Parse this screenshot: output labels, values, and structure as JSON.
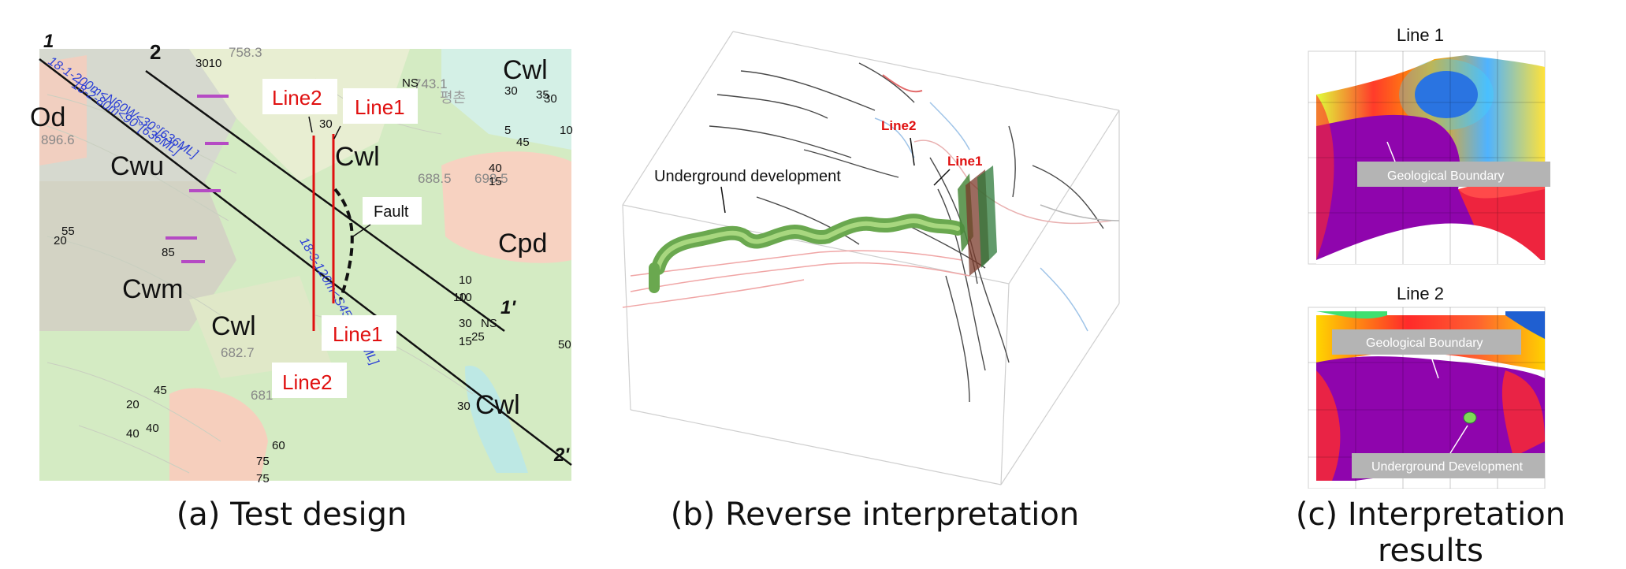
{
  "panel_a": {
    "caption": "(a) Test design",
    "unit_labels": [
      "Cwl",
      "Cwl",
      "Cwu",
      "Cwm",
      "Cwl",
      "Cpd",
      "Cwl",
      "Od"
    ],
    "line1_top": "Line1",
    "line1_bottom": "Line1",
    "line2_top": "Line2",
    "line2_bottom": "Line2",
    "fault_label": "Fault",
    "axis_labels": [
      "2",
      "1",
      "1'",
      "2'"
    ],
    "blue_labels": [
      "18-1-200m<N60W<30°[636ML]",
      "18-2-80m<90°[636ML]",
      "18-3-120m<S45E...43ML]"
    ],
    "elevations": [
      "758.3",
      "743.1",
      "896.6",
      "688.5",
      "698.5",
      "682.7",
      "681"
    ],
    "korean_text": "평촌",
    "dips": [
      "3010",
      "30",
      "35",
      "5",
      "45",
      "10",
      "30",
      "30",
      "40",
      "15",
      "85",
      "20",
      "55",
      "10",
      "10",
      "30",
      "15",
      "25",
      "50",
      "45",
      "40",
      "60",
      "75",
      "75",
      "20",
      "30",
      "40",
      "10",
      "NS",
      "NS"
    ]
  },
  "panel_b": {
    "caption": "(b) Reverse interpretation",
    "underground_label": "Underground development",
    "line1_label": "Line1",
    "line2_label": "Line2"
  },
  "panel_c": {
    "caption": "(c) Interpretation results",
    "line1_title": "Line 1",
    "line2_title": "Line 2",
    "geo_boundary_1": "Geological Boundary",
    "geo_boundary_2": "Geological Boundary",
    "underground_dev": "Underground Development"
  }
}
